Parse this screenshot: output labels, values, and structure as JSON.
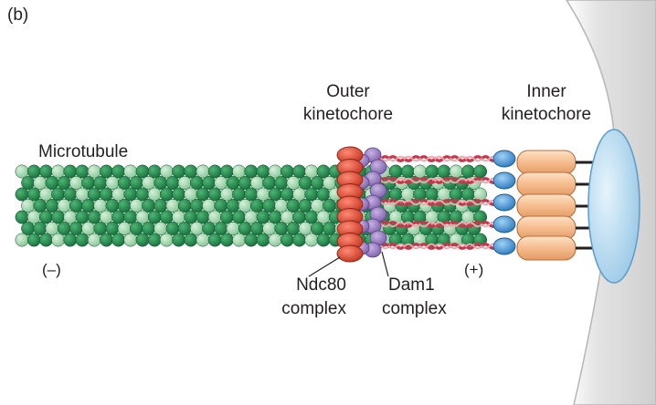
{
  "panel_label": "(b)",
  "labels": {
    "microtubule": "Microtubule",
    "outer_kinetochore": [
      "Outer",
      "kinetochore"
    ],
    "inner_kinetochore": [
      "Inner",
      "kinetochore"
    ],
    "minus_end": "(–)",
    "plus_end": "(+)",
    "ndc80": [
      "Ndc80",
      "complex"
    ],
    "dam1": [
      "Dam1",
      "complex"
    ]
  },
  "colors": {
    "tubulin_dark": "#1f8a4c",
    "tubulin_light": "#9fd6a9",
    "ndc80_head": "#e0503c",
    "dam1": "#9a7fc0",
    "ndc80_stalk": "#d9485a",
    "ndc80_node": "#3e8fd0",
    "inner_kinetochore": "#f5b98a",
    "centromere": "#b9dcf0",
    "chromosome": "#e8e8e8"
  }
}
